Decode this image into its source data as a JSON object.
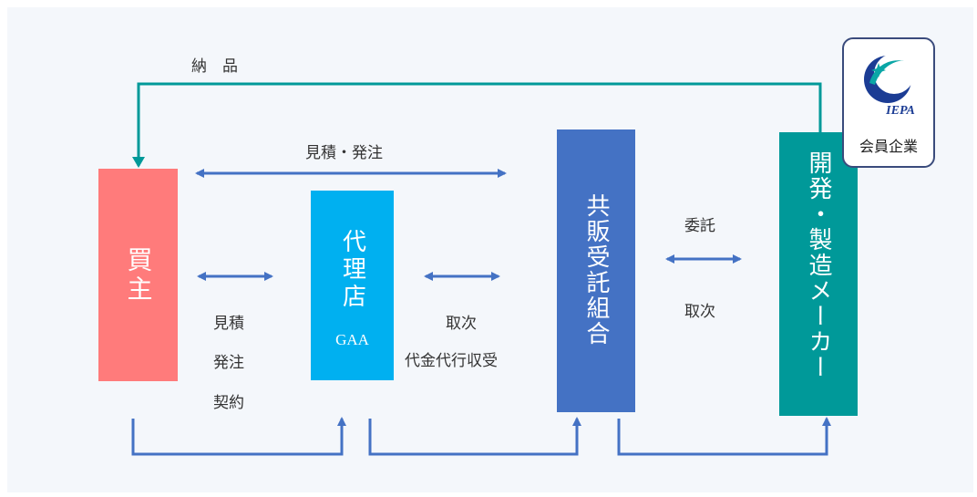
{
  "delivery_label": "納　品",
  "top_label": "見積・発注",
  "nodes": {
    "buyer": {
      "text": "買主",
      "color": "#ff7b7b"
    },
    "agent": {
      "text": "代理店",
      "sub": "GAA",
      "color": "#00b0f0"
    },
    "coop": {
      "text": "共販受託組合",
      "color": "#4472c4"
    },
    "maker": {
      "text": "開発・製造メーカー",
      "color": "#009999"
    }
  },
  "buyer_agent_labels": [
    "見積",
    "発注",
    "契約"
  ],
  "agent_coop_labels": [
    "取次",
    "代金代行収受"
  ],
  "coop_maker_labels": [
    "委託",
    "取次"
  ],
  "badge": {
    "logo_text": "IEPA",
    "caption": "会員企業"
  },
  "colors": {
    "arrow_blue": "#4472c4",
    "arrow_teal": "#009999",
    "badge_border": "#3a4b7c"
  }
}
